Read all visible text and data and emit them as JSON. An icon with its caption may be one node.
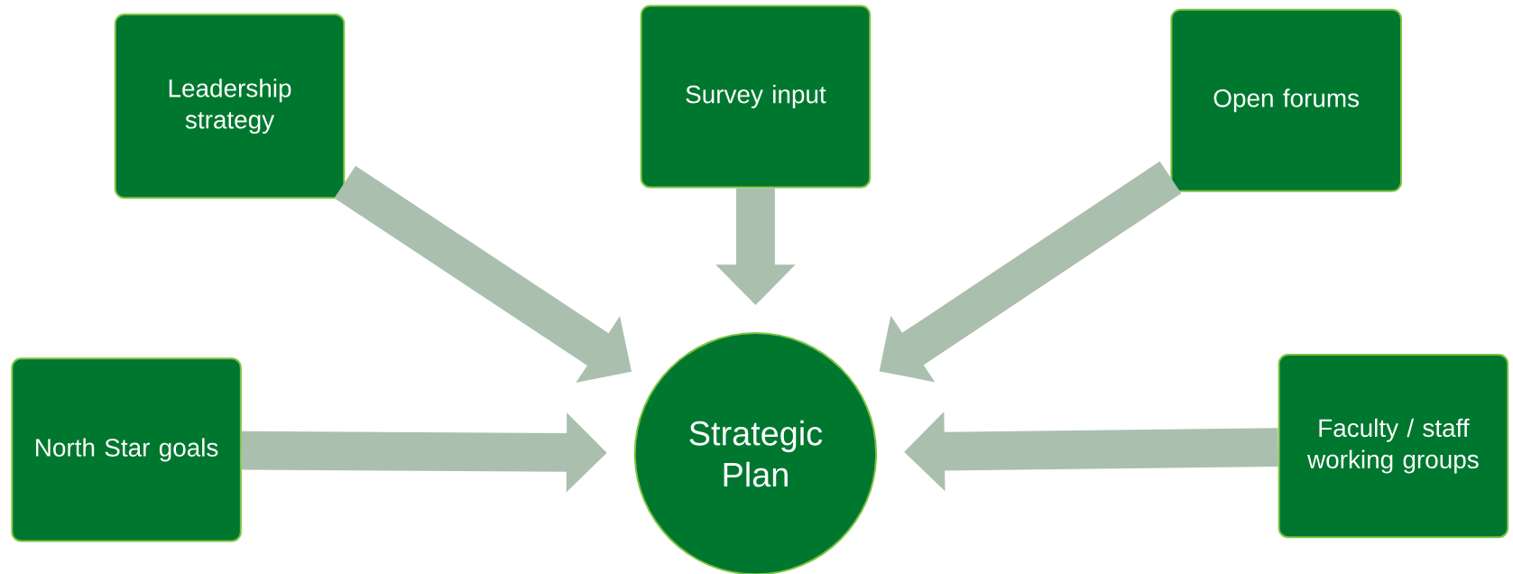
{
  "diagram": {
    "nodes": [
      {
        "text": [
          "Leadership strategy"
        ]
      },
      {
        "text": [
          "Survey input"
        ]
      },
      {
        "text": [
          "Open forums"
        ]
      },
      {
        "text": [
          "North Star goals"
        ]
      },
      {
        "text": [
          "Strategic Plan"
        ]
      },
      {
        "text": [
          "Faculty / staff working groups"
        ]
      }
    ],
    "edges": [
      {
        "from": 0,
        "to": 4,
        "arrow": "to"
      },
      {
        "from": 1,
        "to": 4,
        "arrow": "to"
      },
      {
        "from": 2,
        "to": 4,
        "arrow": "to"
      },
      {
        "from": 3,
        "to": 4,
        "arrow": "to"
      },
      {
        "from": 5,
        "to": 4,
        "arrow": "to"
      }
    ]
  }
}
